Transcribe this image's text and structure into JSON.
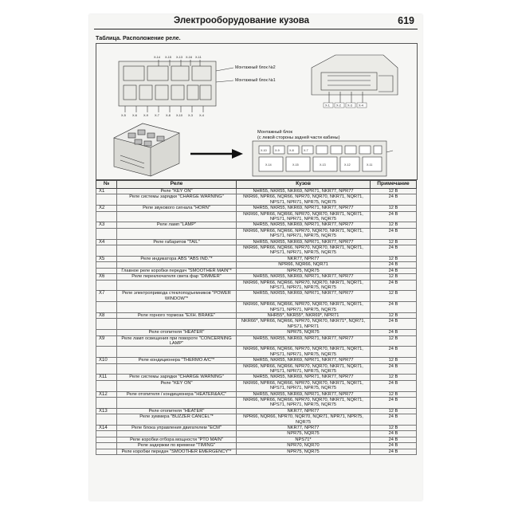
{
  "header": {
    "title": "Электрооборудование кузова",
    "page_number": "619"
  },
  "caption": "Таблица. Расположение реле.",
  "figure": {
    "top_left": {
      "top_labels": [
        "X-14",
        "X-15",
        "X-13",
        "X-16",
        "X-11"
      ],
      "bottom_labels": [
        "X-5",
        "X-6",
        "X-9",
        "X-7",
        "X-8",
        "X-10",
        "X-3",
        "X-4"
      ],
      "label_block2": "Монтажный блок №2",
      "label_block1": "Монтажный блок №1"
    },
    "top_right": {
      "labels": [
        "X-1",
        "X-2",
        "X-3",
        "X-4"
      ]
    },
    "panel": {
      "title_line1": "Монтажный блок",
      "title_line2": "(с левой стороны задней части кабины)",
      "cells": [
        "X-14",
        "X-15",
        "X-13",
        "X-12",
        "X-11",
        "X-10",
        "X-9",
        "X-8",
        "X-7"
      ]
    }
  },
  "table": {
    "headers": {
      "no": "№",
      "relay": "Реле",
      "body": "Кузов",
      "note": "Примечание"
    },
    "rows": [
      {
        "no": "X1",
        "relay": "Реле \"KEY ON\"",
        "body": "NHR55, NKR55, NKR69, NPR71, NKR77, NPR77",
        "note": "12 В",
        "grp": true
      },
      {
        "no": "",
        "relay": "Реле системы зарядки \"CHARGE WARNING\"",
        "body": "NKR66, NPR66, NQR66, NPR70, NQR70, NKR71, NQR71, NPS71, NPR71, NPR75, NQR75",
        "note": "24 В"
      },
      {
        "no": "X2",
        "relay": "Реле звукового сигнала \"HORN\"",
        "body": "NHR55, NKR55, NKR69, NPR71, NKR77, NPR77",
        "note": "12 В",
        "grp": true
      },
      {
        "no": "",
        "relay": "",
        "body": "NKR66, NPR66, NQR66, NPR70, NQR70, NKR71, NQR71, NPS71, NPR71, NPR75, NQR75",
        "note": "24 В"
      },
      {
        "no": "X3",
        "relay": "Реле ламп \"LAMP\"",
        "body": "NHR55, NKR55, NKR69, NPR71, NKR77, NPR77",
        "note": "12 В",
        "grp": true
      },
      {
        "no": "",
        "relay": "",
        "body": "NKR66, NPR66, NQR66, NPR70, NQR70, NKR71, NQR71, NPS71, NPR71, NPR75, NQR75",
        "note": "24 В"
      },
      {
        "no": "X4",
        "relay": "Реле габаритов \"TAIL\"",
        "body": "NHR55, NKR55, NKR69, NPR71, NKR77, NPR77",
        "note": "12 В",
        "grp": true
      },
      {
        "no": "",
        "relay": "",
        "body": "NKR66, NPR66, NQR66, NPR70, NQR70, NKR71, NQR71, NPS71, NPR71, NPR75, NQR75",
        "note": "24 В"
      },
      {
        "no": "X5",
        "relay": "Реле индикатора ABS \"ABS IND.\"*",
        "body": "NKR77, NPR77",
        "note": "12 В",
        "grp": true
      },
      {
        "no": "",
        "relay": "",
        "body": "NPR66, NQR66, NQR71",
        "note": "24 В"
      },
      {
        "no": "",
        "relay": "Главное реле коробки передач \"SMOOTHER MAIN\"*",
        "body": "NPR75, NQR75",
        "note": "24 В"
      },
      {
        "no": "X6",
        "relay": "Реле переключателя света фар \"DIMMER\"",
        "body": "NHR55, NKR55, NKR69, NPR71, NKR77, NPR77",
        "note": "12 В",
        "grp": true
      },
      {
        "no": "",
        "relay": "",
        "body": "NKR66, NPR66, NQR66, NPR70, NQR70, NKR71, NQR71, NPS71, NPR71, NPR75, NQR75",
        "note": "24 В"
      },
      {
        "no": "X7",
        "relay": "Реле электропривода стеклоподъемников \"POWER WINDOW\"*",
        "body": "NHR55, NKR55, NKR69, NPR71, NKR77, NPR77",
        "note": "12 В",
        "grp": true
      },
      {
        "no": "",
        "relay": "",
        "body": "NKR66, NPR66, NQR66, NPR70, NQR70, NKR71, NQR71, NPS71, NPR71, NPR75, NQR75",
        "note": "24 В"
      },
      {
        "no": "X8",
        "relay": "Реле горного тормоза \"EXH. BRAKE\"",
        "body": "NHR55*, NKR55*, NKR69*, NPR71",
        "note": "12 В",
        "grp": true
      },
      {
        "no": "",
        "relay": "",
        "body": "NKR66*, NPR66, NQR66, NPR70, NQR70, NKR71*, NQR71, NPS71, NPR71",
        "note": "24 В"
      },
      {
        "no": "",
        "relay": "Реле отопителя \"HEATER\"",
        "body": "NPR75, NQR75",
        "note": "24 В"
      },
      {
        "no": "X9",
        "relay": "Реле ламп освещения при повороте \"CONCERNING LAMP\"",
        "body": "NHR55, NKR55, NKR69, NPR71, NKR77, NPR77",
        "note": "12 В",
        "grp": true
      },
      {
        "no": "",
        "relay": "",
        "body": "NKR66, NPR66, NQR66, NPR70, NQR70, NKR71, NQR71, NPS71, NPR71, NPR75, NQR75",
        "note": "24 В"
      },
      {
        "no": "X10",
        "relay": "Реле кондиционера \"THERMO A/C\"*",
        "body": "NHR55, NKR55, NKR69, NPR71, NKR77, NPR77",
        "note": "12 В",
        "grp": true
      },
      {
        "no": "",
        "relay": "",
        "body": "NKR66, NPR66, NQR66, NPR70, NQR70, NKR71, NQR71, NPS71, NPR71, NPR75, NQR75",
        "note": "24 В"
      },
      {
        "no": "X11",
        "relay": "Реле системы зарядки \"CHARGE WARNING\"",
        "body": "NHR55, NKR55, NKR69, NPR71, NKR77, NPR77",
        "note": "12 В",
        "grp": true
      },
      {
        "no": "",
        "relay": "Реле \"KEY ON\"",
        "body": "NKR66, NPR66, NQR66, NPR70, NQR70, NKR71, NQR71, NPS71, NPR71, NPR75, NQR75",
        "note": "24 В"
      },
      {
        "no": "X12",
        "relay": "Реле отопителя / кондиционера \"HEATER&A/C\"",
        "body": "NHR55, NKR55, NKR69, NPR71, NKR77, NPR77",
        "note": "12 В",
        "grp": true
      },
      {
        "no": "",
        "relay": "",
        "body": "NKR66, NPR66, NQR66, NPR70, NQR70, NKR71, NQR71, NPS71, NPR71, NPR75, NQR75",
        "note": "24 В"
      },
      {
        "no": "X13",
        "relay": "Реле отопителя \"HEATER\"",
        "body": "NKR77, NPR77",
        "note": "12 В",
        "grp": true
      },
      {
        "no": "",
        "relay": "Реле зуммера \"BUZZER CANCEL\"*",
        "body": "NPR66, NQR66, NPR70, NQR70, NQR71, NPR71, NPR75, NQR75",
        "note": "24 В"
      },
      {
        "no": "X14",
        "relay": "Реле блока управления двигателем \"ECM\"",
        "body": "NKR77, NPR77",
        "note": "12 В",
        "grp": true
      },
      {
        "no": "",
        "relay": "",
        "body": "NPR75, NQR75",
        "note": "24 В"
      },
      {
        "no": "",
        "relay": "Реле коробки отбора мощности \"PTO MAIN\"",
        "body": "NPS71*",
        "note": "24 В"
      },
      {
        "no": "",
        "relay": "Реле задержки по времени \"TIMING\"",
        "body": "NPR70, NQR70",
        "note": "24 В"
      },
      {
        "no": "",
        "relay": "Реле коробки передач \"SMOOTHER EMERGENCY\"*",
        "body": "NPR75, NQR75",
        "note": "24 В"
      }
    ]
  }
}
